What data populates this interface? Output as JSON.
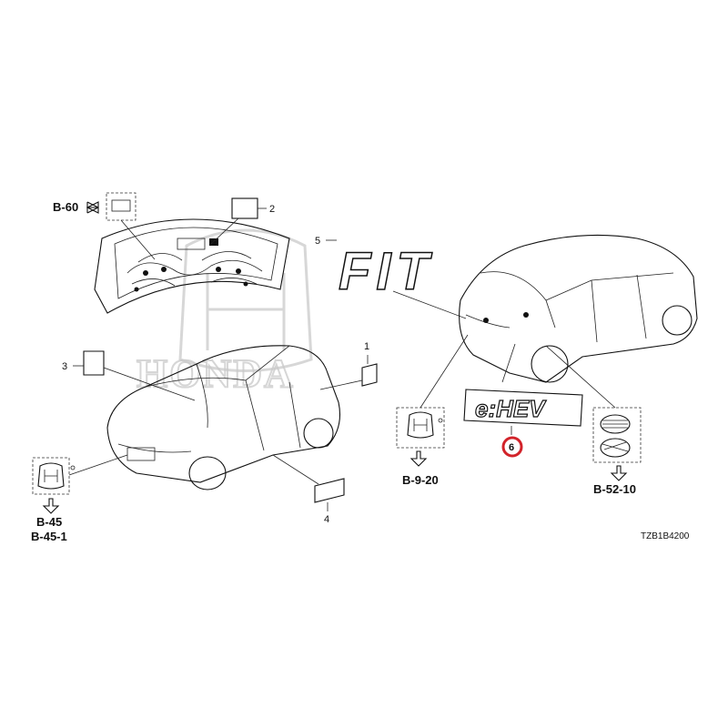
{
  "watermark": {
    "text": "HONDA"
  },
  "refs": {
    "b60": "B-60",
    "b45": "B-45",
    "b45_1": "B-45-1",
    "b9_20": "B-9-20",
    "b52_10": "B-52-10"
  },
  "callouts": {
    "n1": "1",
    "n2": "2",
    "n3": "3",
    "n4": "4",
    "n5": "5",
    "n6": "6"
  },
  "highlight": {
    "part": "6",
    "color": "#d2232a"
  },
  "emblem_text": "e:HEV",
  "badge_fit": "FIT",
  "diagram_code": "TZB1B4200"
}
